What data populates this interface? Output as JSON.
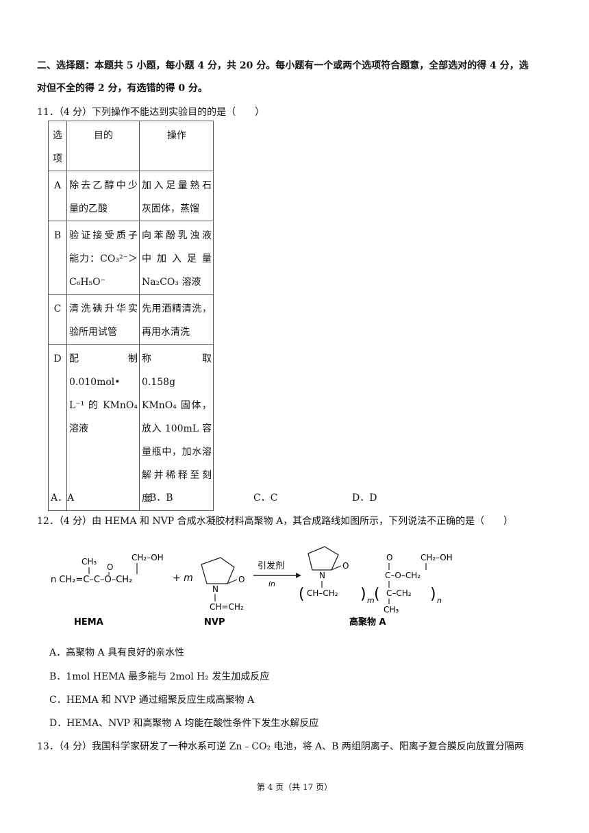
{
  "section": {
    "title_line1": "二、选择题：本题共 5 小题，每小题 4 分，共 20 分。每小题有一个或两个选项符合题意，全部选对的得 4 分，选",
    "title_line2": "对但不全的得 2 分，有选错的得 0 分。"
  },
  "q11": {
    "stem": "11．（4 分）下列操作不能达到实验目的的是（　　）",
    "table": {
      "headers": {
        "col1a": "选",
        "col1b": "项",
        "col2": "目的",
        "col3": "操作"
      },
      "rows": [
        {
          "label": "A",
          "purpose": [
            "除去乙醇中少",
            "量的乙酸"
          ],
          "operation": [
            "加入足量熟石",
            "灰固体，蒸馏"
          ]
        },
        {
          "label": "B",
          "purpose": [
            "验证接受质子",
            "能力：CO₃²⁻＞",
            "C₆H₅O⁻"
          ],
          "operation": [
            "向苯酚乳浊液",
            "中加入足量",
            "Na₂CO₃ 溶液"
          ]
        },
        {
          "label": "C",
          "purpose": [
            "清洗碘升华实",
            "验所用试管"
          ],
          "operation": [
            "先用酒精清洗，",
            "再用水清洗"
          ]
        },
        {
          "label": "D",
          "purpose": [
            "配制 0.010mol•",
            "L⁻¹ 的 KMnO₄",
            "溶液"
          ],
          "operation": [
            "称　取　0.158g",
            "KMnO₄ 固体，",
            "放入 100mL 容",
            "量瓶中，加水溶",
            "解并稀释至刻",
            "度"
          ]
        }
      ]
    },
    "answers": [
      "A．A",
      "B．B",
      "C．C",
      "D．D"
    ]
  },
  "q12": {
    "stem": "12．（4 分）由 HEMA 和 NVP 合成水凝胶材料高聚物 A，其合成路线如图所示，下列说法不正确的是（　　）",
    "scheme": {
      "hema_label": "HEMA",
      "nvp_label": "NVP",
      "product_label": "高聚物 A",
      "arrow_top": "引发剂",
      "arrow_bottom": "in",
      "hema_formula": "n CH₂=C–C–O–CH₂",
      "hema_top": "CH₃",
      "hema_side": "CH₂–OH",
      "plus_m": "+ m",
      "nvp_n": "N",
      "nvp_o": "O",
      "nvp_vinyl": "CH=CH₂",
      "poly_chain": "CH–CH₂",
      "poly_chain2": "C–CH₂",
      "poly_ester": "C–O–CH₂",
      "poly_oh": "CH₂–OH",
      "poly_o": "O",
      "poly_ch3": "CH₃",
      "sub_m": "m",
      "sub_n": "n"
    },
    "options": [
      "A．高聚物 A 具有良好的亲水性",
      "B．1mol HEMA 最多能与 2mol H₂ 发生加成反应",
      "C．HEMA 和 NVP 通过缩聚反应生成高聚物 A",
      "D．HEMA、NVP 和高聚物 A 均能在酸性条件下发生水解反应"
    ]
  },
  "q13": {
    "stem": "13．（4 分）我国科学家研发了一种水系可逆 Zn﹣CO₂ 电池，将 A、B 两组阴离子、阳离子复合膜反向放置分隔两"
  },
  "footer": "第 4 页（共 17 页）"
}
